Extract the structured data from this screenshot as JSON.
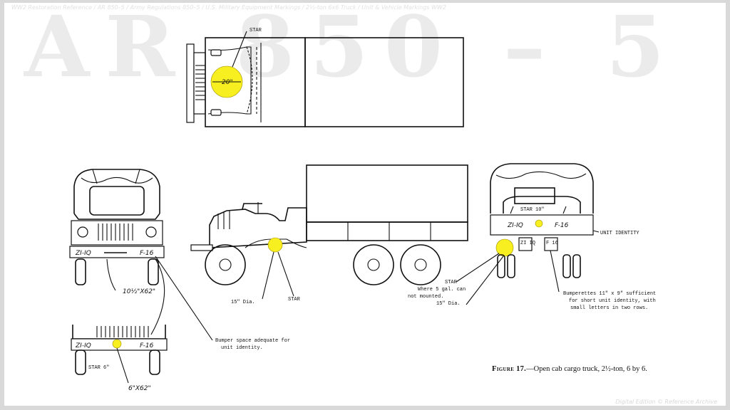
{
  "watermark": {
    "title": "AR 850 – 5",
    "header_caption": "WW2 Restoration Reference / AR 850–5 / Army Regulations 850–5 / U.S. Military Equipment Markings / 2½-ton 6x6 Truck / Unit & Vehicle Markings WW2",
    "footer_credit": "Digital Edition © Reference Archive"
  },
  "top_view": {
    "star_label": "STAR",
    "star_size": "20\""
  },
  "front_view": {
    "bumper_left": "ZI-IQ",
    "bumper_right": "F-16",
    "dimension": "10½\"X62\""
  },
  "bumper_detail": {
    "bumper_left": "ZI-IQ",
    "bumper_right": "F-16",
    "star_label": "STAR 6\"",
    "dimension": "6\"X62\""
  },
  "side_view": {
    "dia_label": "15\" Dia.",
    "star_label": "STAR"
  },
  "rear_view": {
    "star_label": "STAR 10\"",
    "tailgate_left": "ZI-IQ",
    "tailgate_right": "F-16",
    "bumperette_left": "ZI IQ",
    "bumperette_right": "F 16",
    "unit_identity_label": "UNIT IDENTITY"
  },
  "notes": {
    "bumper_space": [
      "Bumper space adequate for",
      "unit identity."
    ],
    "rear_star": [
      "STAR",
      "Where 5 gal. can",
      "not mounted.",
      "15\" Dia."
    ],
    "bumperettes": [
      "Bumperettes 11\" x 9\" sufficient",
      "for short unit identity, with",
      "small letters in two rows."
    ]
  },
  "caption": {
    "figure_label": "Figure 17.",
    "text": "—Open cab cargo truck, 2½-ton, 6 by 6."
  },
  "colors": {
    "star_fill": "#f7ef1f",
    "line": "#111111",
    "watermark": "#ebebeb"
  }
}
